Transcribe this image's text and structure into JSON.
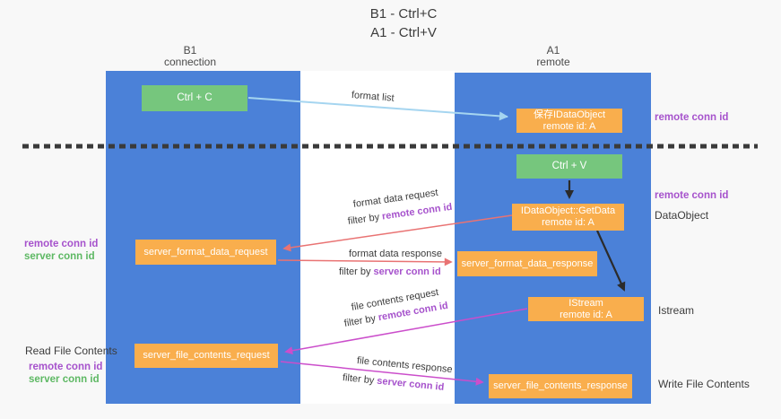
{
  "title": {
    "line1": "B1 - Ctrl+C",
    "line2": "A1 - Ctrl+V"
  },
  "lanes": {
    "b1": {
      "title": "B1",
      "subtitle": "connection"
    },
    "a1": {
      "title": "A1",
      "subtitle": "remote"
    }
  },
  "nodes": {
    "ctrl_c": {
      "label": "Ctrl + C"
    },
    "ctrl_v": {
      "label": "Ctrl + V"
    },
    "save_dataobject": {
      "line1": "保存IDataObject",
      "line2": "remote id: A"
    },
    "getdata": {
      "line1": "IDataObject::GetData",
      "line2": "remote id: A"
    },
    "istream": {
      "line1": "IStream",
      "line2": "remote id: A"
    },
    "server_format_data_request": {
      "label": "server_format_data_request"
    },
    "server_format_data_response": {
      "label": "server_format_data_response"
    },
    "server_file_contents_request": {
      "label": "server_file_contents_request"
    },
    "server_file_contents_response": {
      "label": "server_file_contents_response"
    }
  },
  "edges": {
    "format_list": {
      "label": "format list"
    },
    "format_data_request": {
      "label": "format data request",
      "filter_prefix": "filter by ",
      "filter_key": "remote conn id"
    },
    "format_data_response": {
      "label": "format data response",
      "filter_prefix": "filter by ",
      "filter_key": "server conn id"
    },
    "file_contents_request": {
      "label": "file contents request",
      "filter_prefix": "filter by ",
      "filter_key": "remote conn id"
    },
    "file_contents_response": {
      "label": "file contents response",
      "filter_prefix": "filter by ",
      "filter_key": "server conn id"
    }
  },
  "annotations": {
    "right_remote_conn_top": "remote conn id",
    "right_remote_conn_mid": "remote conn id",
    "right_dataobject": "DataObject",
    "right_istream": "Istream",
    "right_write_file": "Write File Contents",
    "left_remote_conn_top": "remote conn id",
    "left_server_conn_top": "server conn id",
    "left_read_file": "Read File Contents",
    "left_remote_conn_bottom": "remote conn id",
    "left_server_conn_bottom": "server conn id"
  },
  "colors": {
    "lane": "#4b81d8",
    "node_green": "#76c67d",
    "node_orange": "#f9ae4d",
    "purple": "#a652cc",
    "green_text": "#5db863",
    "arrow_red": "#e97373",
    "arrow_magenta": "#cb4ecb",
    "arrow_blue": "#a5d5f0",
    "arrow_black": "#2b2b2b"
  }
}
